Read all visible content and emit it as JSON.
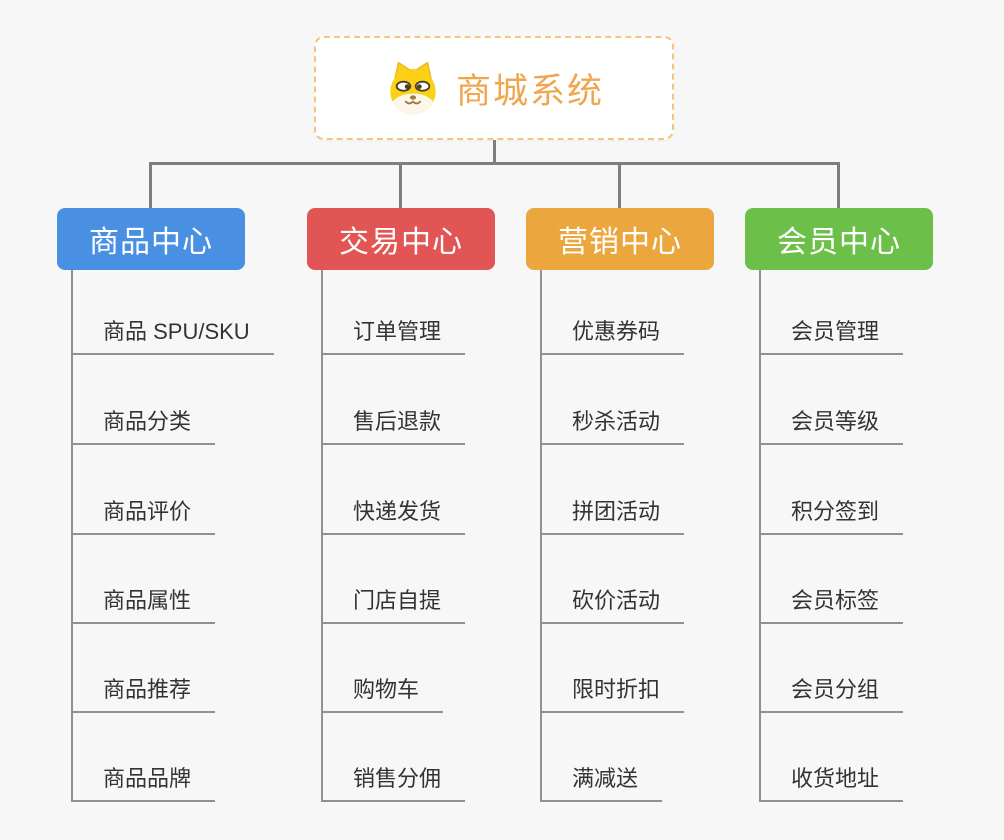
{
  "root": {
    "title": "商城系统",
    "icon": "doge-icon",
    "title_color": "#f0a64e",
    "border_color": "#f5c47d"
  },
  "connector_color": "#7e7e7e",
  "branches": [
    {
      "label": "商品中心",
      "color": "#4a90e2",
      "items": [
        "商品 SPU/SKU",
        "商品分类",
        "商品评价",
        "商品属性",
        "商品推荐",
        "商品品牌"
      ]
    },
    {
      "label": "交易中心",
      "color": "#e15654",
      "items": [
        "订单管理",
        "售后退款",
        "快递发货",
        "门店自提",
        "购物车",
        "销售分佣"
      ]
    },
    {
      "label": "营销中心",
      "color": "#eba63e",
      "items": [
        "优惠券码",
        "秒杀活动",
        "拼团活动",
        "砍价活动",
        "限时折扣",
        "满减送"
      ]
    },
    {
      "label": "会员中心",
      "color": "#6cc04a",
      "items": [
        "会员管理",
        "会员等级",
        "积分签到",
        "会员标签",
        "会员分组",
        "收货地址"
      ]
    }
  ]
}
